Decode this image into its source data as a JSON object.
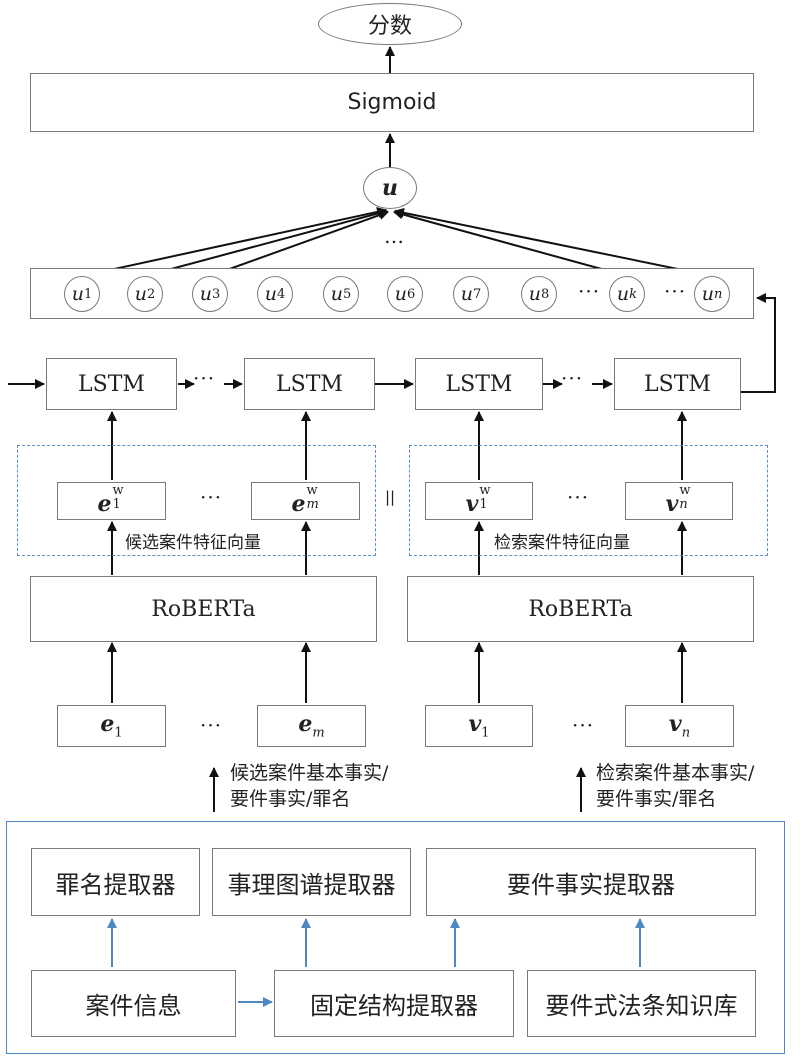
{
  "top": {
    "score": "分数",
    "sigmoid": "Sigmoid",
    "u": "u",
    "dots": "…"
  },
  "u_items": [
    {
      "base": "u",
      "sub": "1"
    },
    {
      "base": "u",
      "sub": "2"
    },
    {
      "base": "u",
      "sub": "3"
    },
    {
      "base": "u",
      "sub": "4"
    },
    {
      "base": "u",
      "sub": "5"
    },
    {
      "base": "u",
      "sub": "6"
    },
    {
      "base": "u",
      "sub": "7"
    },
    {
      "base": "u",
      "sub": "8"
    },
    {
      "base": "u",
      "sub": "k"
    },
    {
      "base": "u",
      "sub": "n"
    }
  ],
  "lstm_label": "LSTM",
  "left": {
    "vec_base": "e",
    "vec_sup": "w",
    "vec_sub_1": "1",
    "vec_sub_m": "m",
    "group_label": "候选案件特征向量",
    "roberta": "RoBERTa",
    "in_base": "e",
    "in_sub_1": "1",
    "in_sub_m": "m",
    "input_label_line1": "候选案件基本事实/",
    "input_label_line2": "要件事实/罪名"
  },
  "right": {
    "vec_base": "v",
    "vec_sup": "w",
    "vec_sub_1": "1",
    "vec_sub_n": "n",
    "group_label": "检索案件特征向量",
    "roberta": "RoBERTa",
    "in_base": "v",
    "in_sub_1": "1",
    "in_sub_n": "n",
    "input_label_line1": "检索案件基本事实/",
    "input_label_line2": "要件事实/罪名"
  },
  "concat_symbol": "||",
  "ellipsis": "···",
  "extractors": {
    "crime_name": "罪名提取器",
    "event_graph": "事理图谱提取器",
    "element_fact": "要件事实提取器",
    "case_info": "案件信息",
    "fixed_structure": "固定结构提取器",
    "knowledge_base": "要件式法条知识库"
  },
  "colors": {
    "border": "#7a7a7a",
    "arrow": "#111111",
    "blue_arrow": "#4f87c5",
    "dashed": "#5a8fc7"
  }
}
